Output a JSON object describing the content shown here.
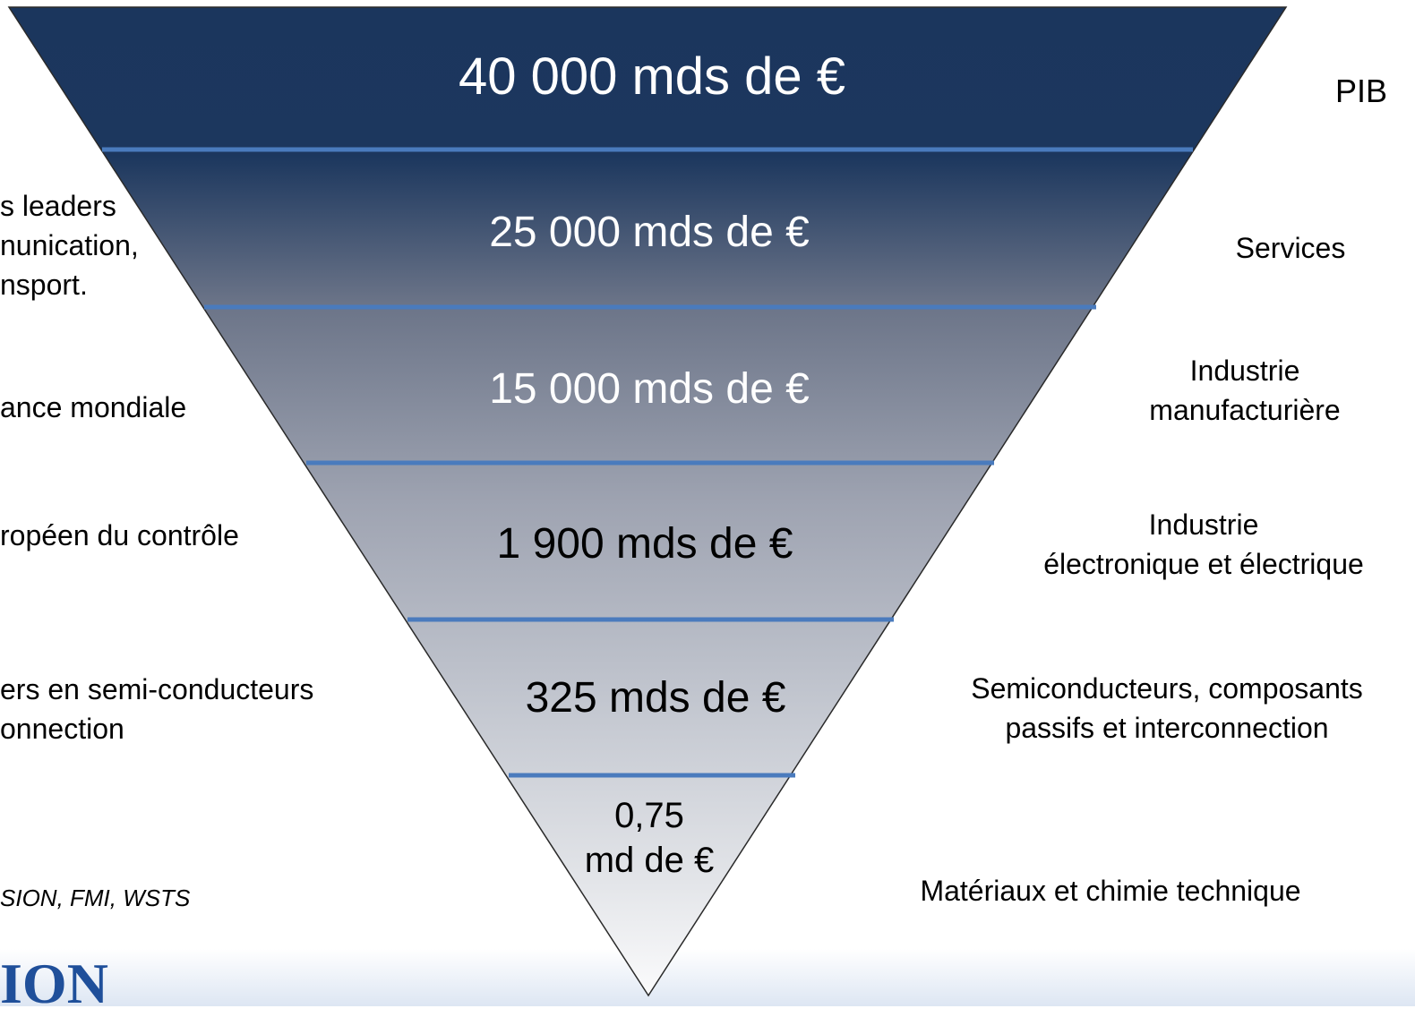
{
  "levels": [
    {
      "value": "40 000 mds de €",
      "category": "PIB"
    },
    {
      "value": "25 000 mds de €",
      "category": "Services"
    },
    {
      "value": "15 000 mds de €",
      "category_lines": [
        "Industrie",
        "manufacturière"
      ]
    },
    {
      "value": "1 900 mds de €",
      "category_lines": [
        "Industrie",
        "électronique et électrique"
      ]
    },
    {
      "value": "325 mds de €",
      "category_lines": [
        "Semiconducteurs, composants",
        "passifs et interconnection"
      ]
    },
    {
      "value_lines": [
        "0,75",
        "md de €"
      ],
      "category": "Matériaux et chimie technique"
    }
  ],
  "left_notes": [
    {
      "lines": [
        "s leaders",
        "nunication,",
        "nsport."
      ]
    },
    {
      "lines": [
        "ance mondiale"
      ]
    },
    {
      "lines": [
        "ropéen du contrôle"
      ]
    },
    {
      "lines": [
        "ers en semi-conducteurs",
        "onnection"
      ]
    }
  ],
  "source": "SION, FMI, WSTS",
  "logo_text": "ION",
  "colors": {
    "top_band": "#1b365d",
    "separator": "#4a7bbd",
    "bottom_gradient": "#dde6f3",
    "logo": "#1f4f9a"
  }
}
